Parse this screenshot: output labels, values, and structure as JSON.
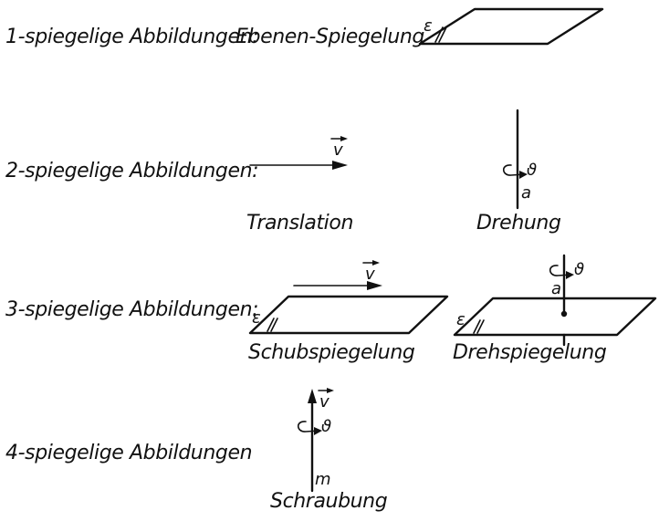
{
  "rows": {
    "row1": {
      "label": "1-spiegelige Abbildungen:",
      "caption": "Ebenen-Spiegelung",
      "plane_symbol": "ε"
    },
    "row2": {
      "label": "2-spiegelige Abbildungen:",
      "translation_vector": "v",
      "translation_caption": "Translation",
      "rotation_angle": "ϑ",
      "rotation_axis": "a",
      "rotation_caption": "Drehung"
    },
    "row3": {
      "label": "3-spiegelige Abbildungen:",
      "glide_vector": "v",
      "glide_plane_symbol": "ε",
      "glide_caption": "Schubspiegelung",
      "rotoreflection_angle": "ϑ",
      "rotoreflection_axis": "a",
      "rotoreflection_plane_symbol": "ε",
      "rotoreflection_caption": "Drehspiegelung"
    },
    "row4": {
      "label": "4-spiegelige Abbildungen",
      "screw_vector": "v",
      "screw_angle": "ϑ",
      "screw_axis": "m",
      "screw_caption": "Schraubung"
    }
  },
  "colors": {
    "ink": "#111111",
    "background": "#ffffff"
  }
}
